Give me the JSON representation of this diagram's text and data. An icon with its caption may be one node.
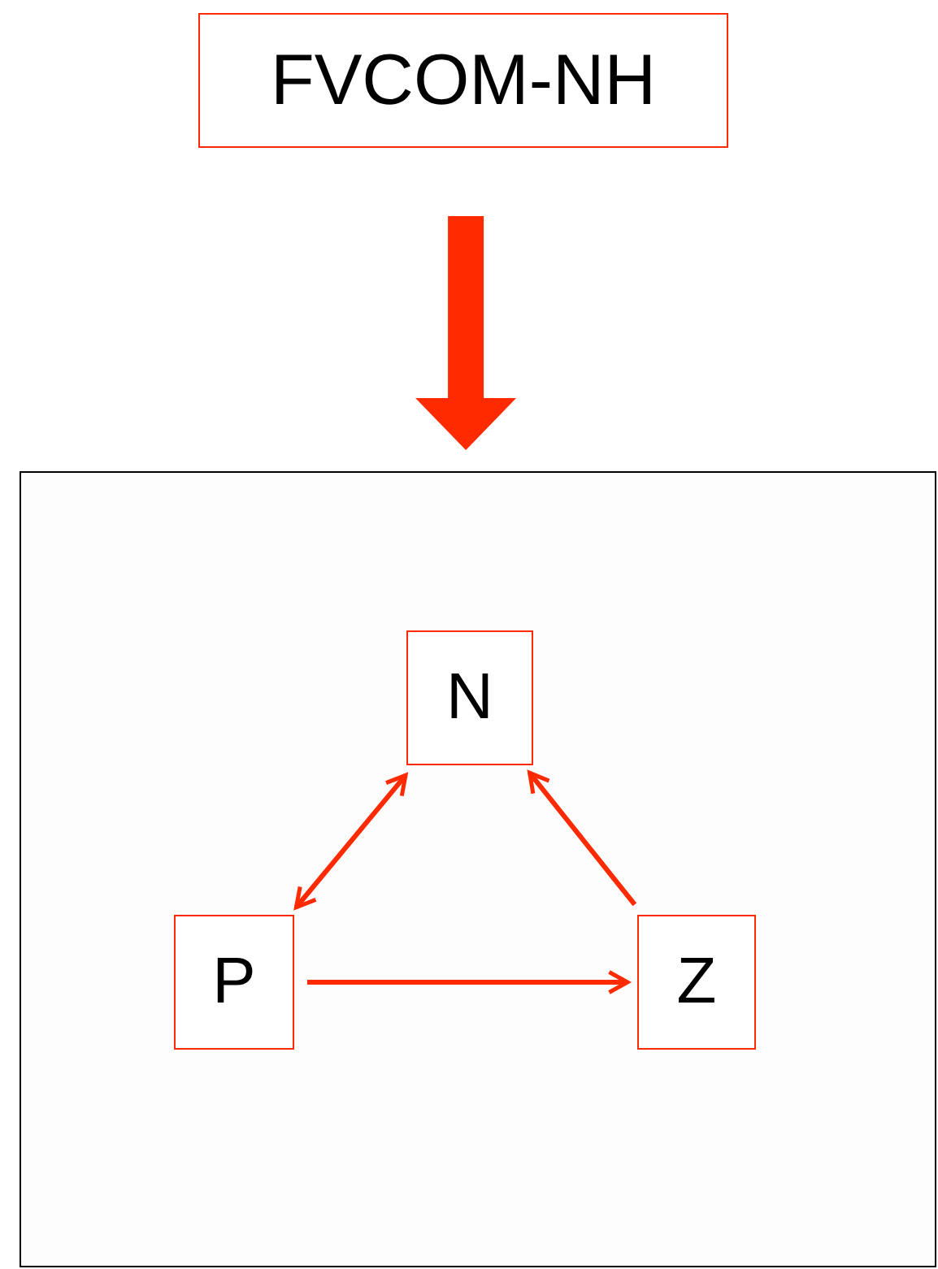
{
  "diagram": {
    "nodes": [
      {
        "text": [
          "FVCOM-NH"
        ]
      },
      {
        "text": [],
        "shape": "box"
      },
      {
        "text": [
          "N"
        ],
        "in": 1
      },
      {
        "text": [
          "P"
        ],
        "in": 1
      },
      {
        "text": [
          "Z"
        ],
        "in": 1
      }
    ],
    "edges": [
      {
        "from": 0,
        "to": 1,
        "arrow": "to",
        "style": "thick"
      },
      {
        "from": 2,
        "to": 3,
        "arrow": "both"
      },
      {
        "from": 4,
        "to": 2,
        "arrow": "to"
      },
      {
        "from": 3,
        "to": 4,
        "arrow": "to"
      }
    ]
  }
}
